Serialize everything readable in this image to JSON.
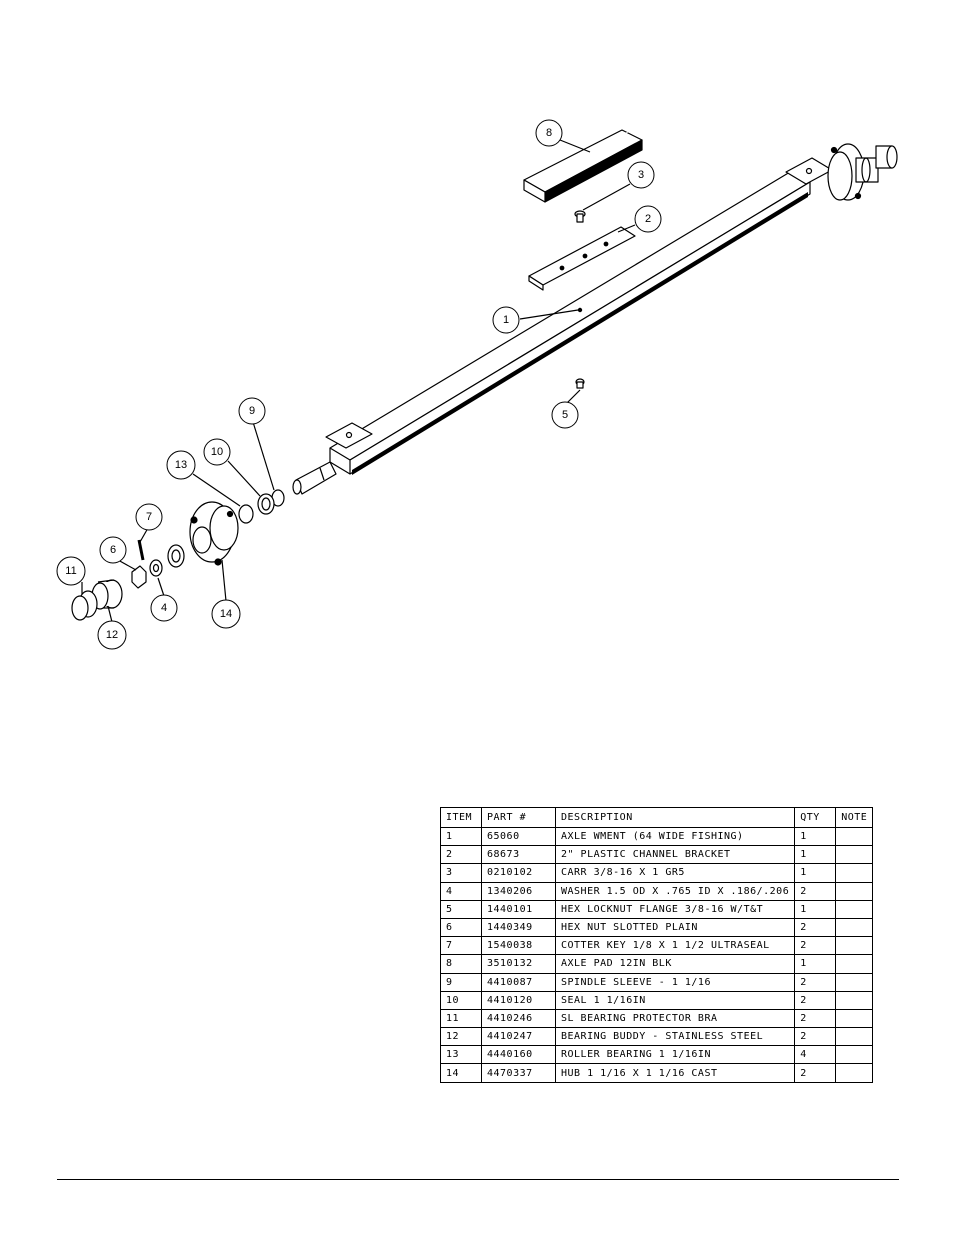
{
  "callouts": [
    {
      "id": "1",
      "label": "1",
      "part": "axle"
    },
    {
      "id": "2",
      "label": "2",
      "part": "channel-bracket"
    },
    {
      "id": "3",
      "label": "3",
      "part": "carriage-bolt"
    },
    {
      "id": "4",
      "label": "4",
      "part": "washer"
    },
    {
      "id": "5",
      "label": "5",
      "part": "locknut"
    },
    {
      "id": "6",
      "label": "6",
      "part": "slotted-nut"
    },
    {
      "id": "7",
      "label": "7",
      "part": "cotter-key"
    },
    {
      "id": "8",
      "label": "8",
      "part": "axle-pad"
    },
    {
      "id": "9",
      "label": "9",
      "part": "spindle-sleeve"
    },
    {
      "id": "10",
      "label": "10",
      "part": "seal"
    },
    {
      "id": "11",
      "label": "11",
      "part": "bearing-protector"
    },
    {
      "id": "12",
      "label": "12",
      "part": "bearing-buddy"
    },
    {
      "id": "13",
      "label": "13",
      "part": "roller-bearing"
    },
    {
      "id": "14",
      "label": "14",
      "part": "hub"
    }
  ],
  "bom": {
    "headers": [
      "ITEM",
      "PART #",
      "DESCRIPTION",
      "QTY",
      "NOTE"
    ],
    "rows": [
      [
        "1",
        "65060",
        "AXLE WMENT (64 WIDE FISHING)",
        "1",
        ""
      ],
      [
        "2",
        "68673",
        "2\" PLASTIC CHANNEL BRACKET",
        "1",
        ""
      ],
      [
        "3",
        "0210102",
        "CARR 3/8-16 X 1 GR5",
        "1",
        ""
      ],
      [
        "4",
        "1340206",
        "WASHER 1.5 OD X .765 ID X .186/.206",
        "2",
        ""
      ],
      [
        "5",
        "1440101",
        "HEX LOCKNUT FLANGE 3/8-16 W/T&T",
        "1",
        ""
      ],
      [
        "6",
        "1440349",
        "HEX NUT SLOTTED PLAIN",
        "2",
        ""
      ],
      [
        "7",
        "1540038",
        "COTTER KEY 1/8 X 1 1/2 ULTRASEAL",
        "2",
        ""
      ],
      [
        "8",
        "3510132",
        "AXLE PAD 12IN  BLK",
        "1",
        ""
      ],
      [
        "9",
        "4410087",
        "SPINDLE SLEEVE - 1 1/16",
        "2",
        ""
      ],
      [
        "10",
        "4410120",
        "SEAL  1 1/16IN",
        "2",
        ""
      ],
      [
        "11",
        "4410246",
        "SL BEARING PROTECTOR BRA",
        "2",
        ""
      ],
      [
        "12",
        "4410247",
        "BEARING BUDDY - STAINLESS STEEL",
        "2",
        ""
      ],
      [
        "13",
        "4440160",
        "ROLLER BEARING  1 1/16IN",
        "4",
        ""
      ],
      [
        "14",
        "4470337",
        "HUB  1 1/16 X 1 1/16 CAST",
        "2",
        ""
      ]
    ]
  }
}
